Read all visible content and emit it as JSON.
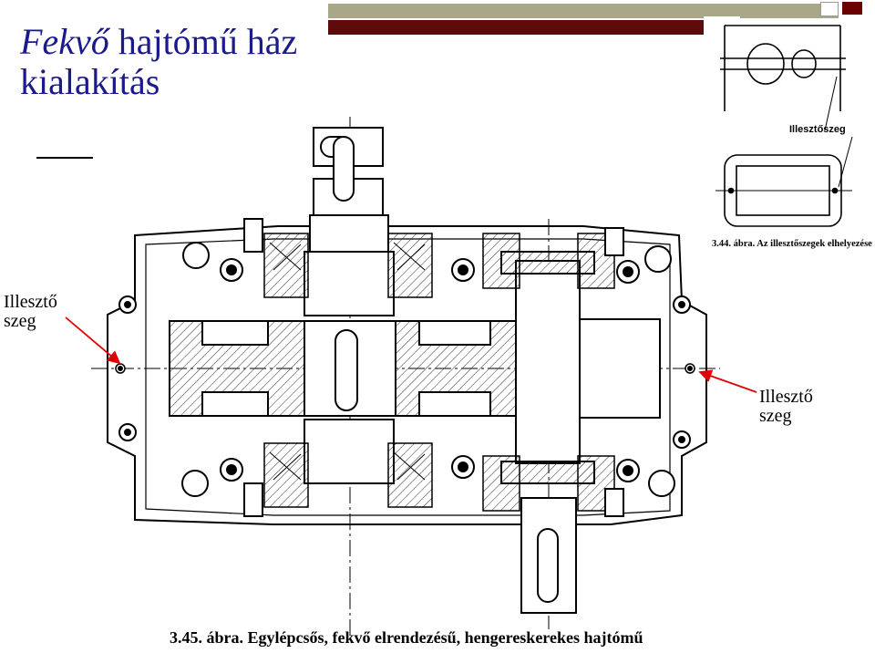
{
  "slide": {
    "title_italic": "Fekvő",
    "title_rest": " hajtómű ház",
    "title_line2": "kialakítás"
  },
  "callouts": {
    "left_line1": "Illesztő",
    "left_line2": "szeg",
    "right_line1": "Illesztő",
    "right_line2": "szeg"
  },
  "figure": {
    "side_caption": "3.44. ábra. Az illesztőszegek elhelyezése",
    "side_label": "Illesztőszeg",
    "main_caption": "3.45. ábra. Egylépcsős, fekvő elrendezésű, hengereskerekes hajtómű"
  },
  "colors": {
    "title": "#1a1a8c",
    "arrow": "#e00000",
    "band_olive": "#a8a888",
    "band_dark": "#5e0a0a"
  }
}
